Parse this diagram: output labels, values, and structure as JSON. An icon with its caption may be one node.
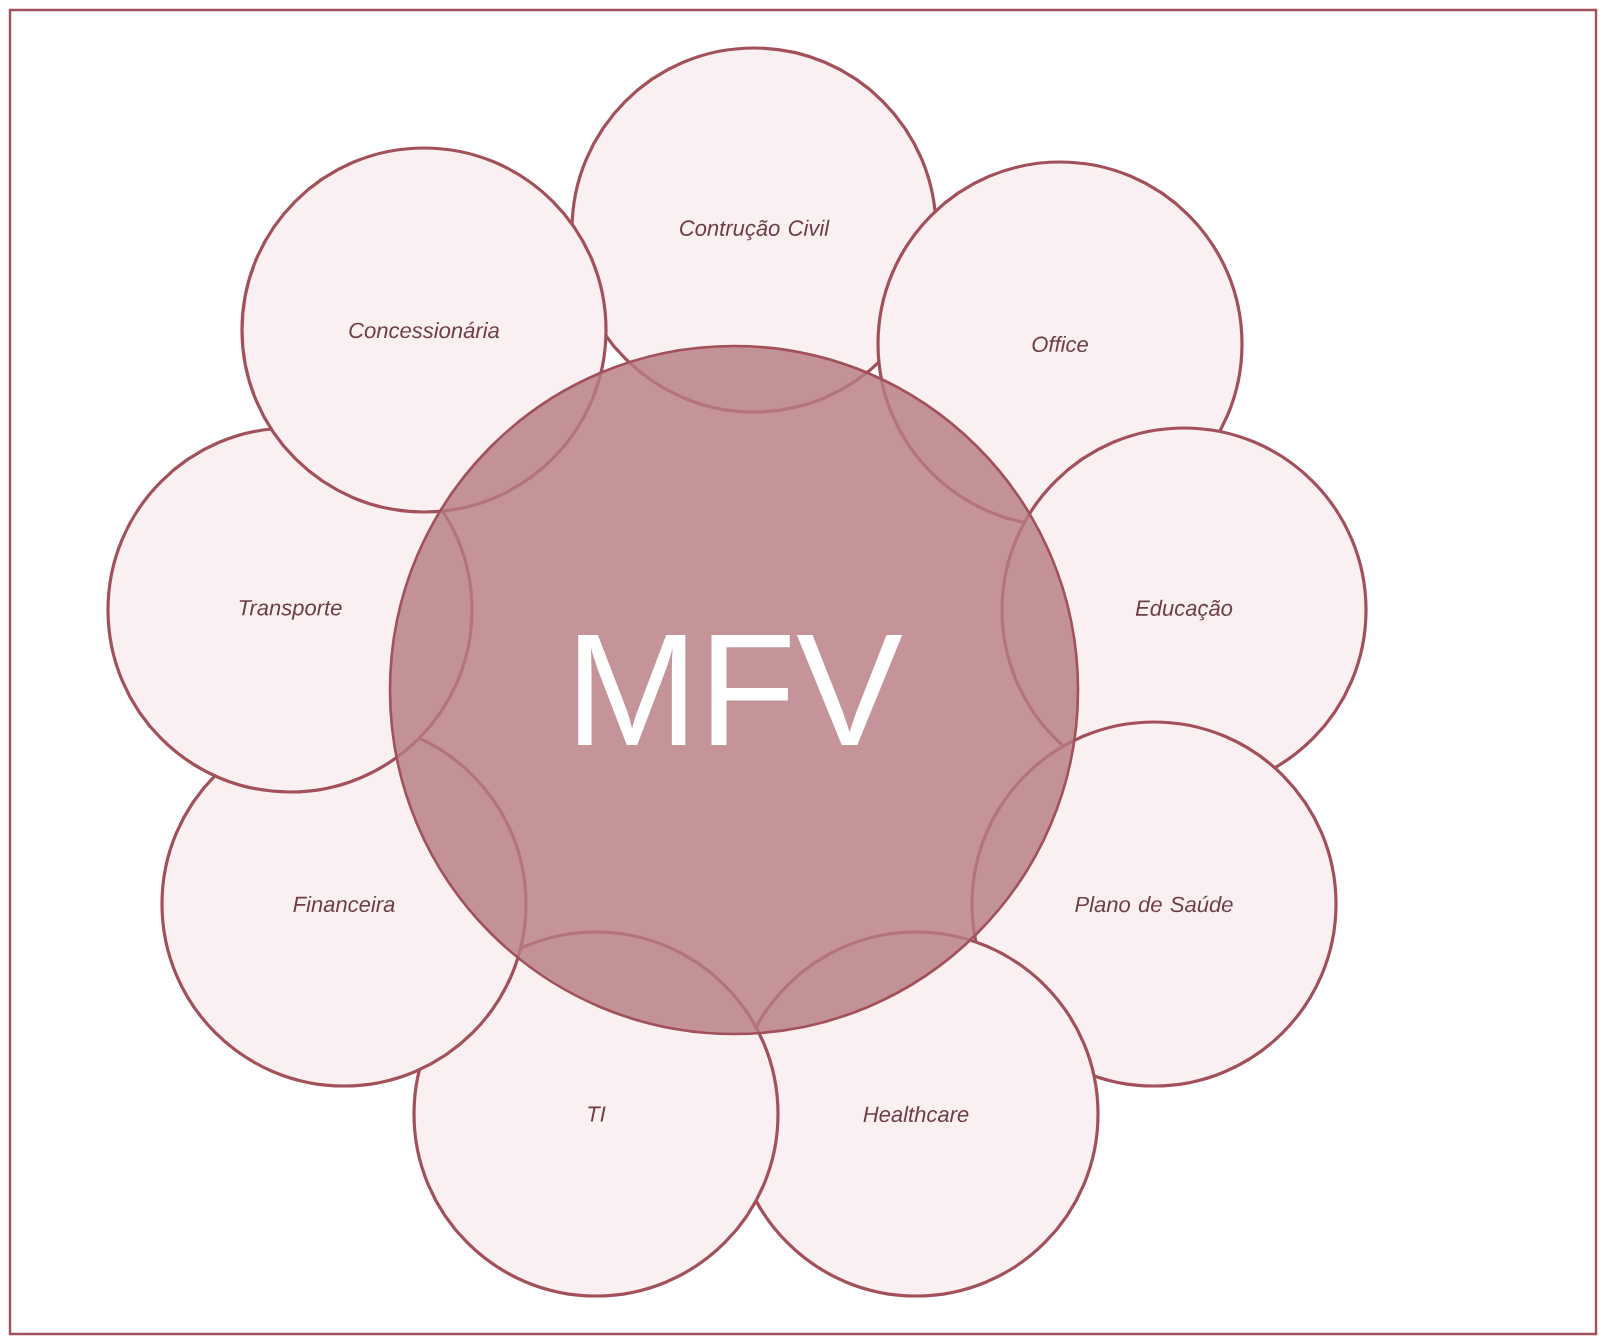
{
  "diagram": {
    "nodes": [
      {
        "text": [
          "MFV"
        ]
      },
      {
        "text": [
          "Contrução Civil"
        ]
      },
      {
        "text": [
          "Office"
        ]
      },
      {
        "text": [
          "Educação"
        ]
      },
      {
        "text": [
          "Plano de Saúde"
        ]
      },
      {
        "text": [
          "Healthcare"
        ]
      },
      {
        "text": [
          "TI"
        ]
      },
      {
        "text": [
          "Financeira"
        ]
      },
      {
        "text": [
          "Transporte"
        ]
      },
      {
        "text": [
          "Concessionária"
        ]
      }
    ]
  }
}
